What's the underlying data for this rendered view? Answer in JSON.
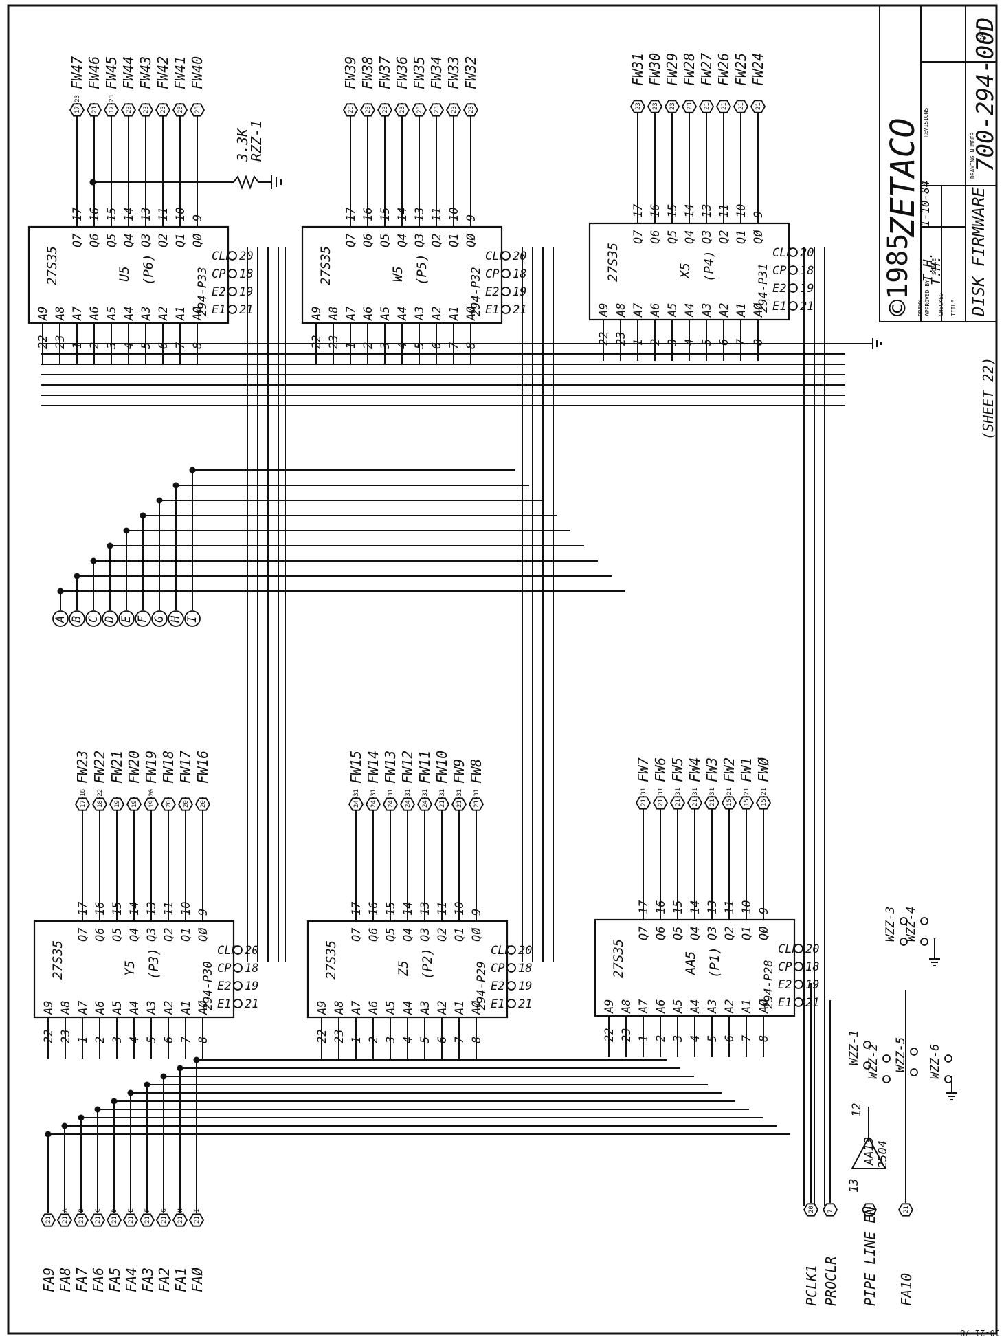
{
  "title_block": {
    "copyright": "©1985",
    "company": "ZETACO",
    "drawing_number": "700-294-00D",
    "title": "DISK FIRMWARE",
    "date_label": "DATE",
    "revisions_label": "REVISIONS",
    "drawing_number_label": "DRAWING NUMBER",
    "title_label": "TITLE",
    "approved_label": "APPROVED BY",
    "checked_label": "CHECKED",
    "drawn_label": "DRAWN",
    "scale_label": "SCALE",
    "initials_1": "T.H.",
    "initials_2": "T.H.",
    "date_value": "1-10-84"
  },
  "sheet_note": "(SHEET 22)",
  "resistor": {
    "value": "3.3K",
    "ref": "RZZ-1"
  },
  "chips": [
    {
      "ref": "U5",
      "part": "27S35",
      "position_tag": "(P6)",
      "firmware": "294-P33"
    },
    {
      "ref": "W5",
      "part": "27S35",
      "position_tag": "(P5)",
      "firmware": "294-P32"
    },
    {
      "ref": "X5",
      "part": "27S35",
      "position_tag": "(P4)",
      "firmware": "294-P31"
    },
    {
      "ref": "Y5",
      "part": "27S35",
      "position_tag": "(P3)",
      "firmware": "294-P30"
    },
    {
      "ref": "Z5",
      "part": "27S35",
      "position_tag": "(P2)",
      "firmware": "294-P29"
    },
    {
      "ref": "AA5",
      "part": "27S35",
      "position_tag": "(P1)",
      "firmware": "294-P28"
    }
  ],
  "outputs": {
    "U5": [
      "FW47",
      "FW46",
      "FW45",
      "FW44",
      "FW43",
      "FW42",
      "FW41",
      "FW40"
    ],
    "W5": [
      "FW39",
      "FW38",
      "FW37",
      "FW36",
      "FW35",
      "FW34",
      "FW33",
      "FW32"
    ],
    "X5": [
      "FW31",
      "FW30",
      "FW29",
      "FW28",
      "FW27",
      "FW26",
      "FW25",
      "FW24"
    ],
    "Y5": [
      "FW23",
      "FW22",
      "FW21",
      "FW20",
      "FW19",
      "FW18",
      "FW17",
      "FW16"
    ],
    "Z5": [
      "FW15",
      "FW14",
      "FW13",
      "FW12",
      "FW11",
      "FW10",
      "FW9",
      "FW8"
    ],
    "AA5": [
      "FW7",
      "FW6",
      "FW5",
      "FW4",
      "FW3",
      "FW2",
      "FW1",
      "FWØ"
    ]
  },
  "output_sheet_tags": {
    "U5": [
      "17 23",
      "21",
      "17 23",
      "23",
      "23",
      "23",
      "23",
      "23"
    ],
    "W5": [
      "23",
      "23",
      "23",
      "23",
      "23",
      "23",
      "23",
      "23"
    ],
    "X5": [
      "23",
      "23",
      "23",
      "23",
      "21",
      "21",
      "21",
      "21"
    ],
    "Y5": [
      "17 18",
      "18 22",
      "19",
      "19",
      "19 20",
      "20",
      "20",
      "20"
    ],
    "Z5": [
      "24 31",
      "24 31",
      "24 31",
      "24 31",
      "24 31",
      "21 31",
      "21 31",
      "21 31"
    ],
    "AA5": [
      "21 31",
      "21 31",
      "21 31",
      "21 31",
      "21 31",
      "15 21",
      "15 21",
      "15 21"
    ]
  },
  "output_pins": [
    "17",
    "16",
    "15",
    "14",
    "13",
    "11",
    "10",
    "9"
  ],
  "q_labels": [
    "Q7",
    "Q6",
    "Q5",
    "Q4",
    "Q3",
    "Q2",
    "Q1",
    "QØ"
  ],
  "a_labels": [
    "A9",
    "A8",
    "A7",
    "A6",
    "A5",
    "A4",
    "A3",
    "A2",
    "A1",
    "AØ"
  ],
  "address_pins": [
    "22",
    "23",
    "1",
    "2",
    "3",
    "4",
    "5",
    "6",
    "7",
    "8"
  ],
  "control_labels": [
    "E1",
    "E2",
    "CP",
    "CLR"
  ],
  "control_pins": [
    "21",
    "19",
    "18",
    "20"
  ],
  "address_inputs": [
    "FA9",
    "FA8",
    "FA7",
    "FA6",
    "FA5",
    "FA4",
    "FA3",
    "FA2",
    "FA1",
    "FAØ"
  ],
  "address_input_tags": [
    "21",
    "21 A",
    "21 B",
    "21 C",
    "21 D",
    "21 E",
    "21 F",
    "21 G",
    "21 H",
    "21 I"
  ],
  "offpage_letters": [
    "A",
    "B",
    "C",
    "D",
    "E",
    "F",
    "G",
    "H",
    "I"
  ],
  "control_inputs": [
    {
      "label": "PCLK1",
      "tag": "20"
    },
    {
      "label": "PROCLR",
      "tag": "7"
    },
    {
      "label": "PIPE LINE EN",
      "tag": "21"
    },
    {
      "label": "FA10",
      "tag": "21"
    }
  ],
  "gate": {
    "ref": "AA13",
    "part": "2504",
    "pin_in": "13",
    "pin_out": "12"
  },
  "jumpers": [
    "WZZ-1",
    "WZZ-2",
    "WZZ-3",
    "WZZ-4",
    "WZZ-5",
    "WZZ-6"
  ],
  "corner_note": "10-21 78"
}
